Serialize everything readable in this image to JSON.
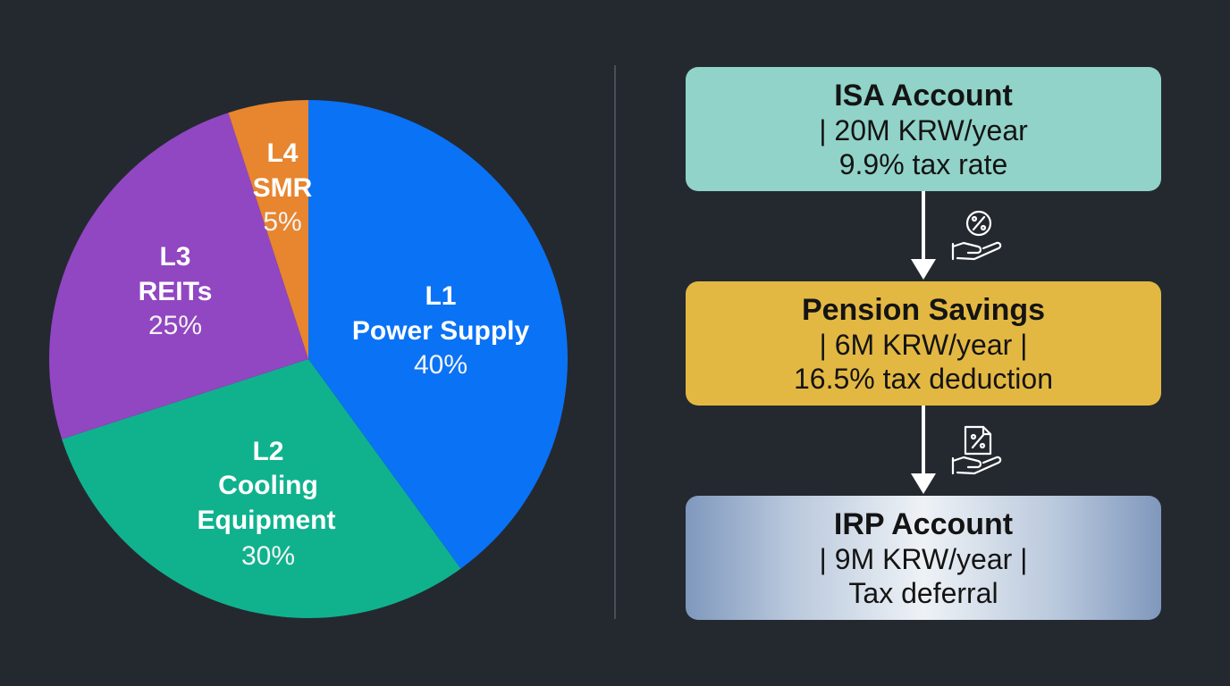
{
  "chart_data": {
    "type": "pie",
    "title": "",
    "slices": [
      {
        "code": "L1",
        "label": "Power Supply",
        "value": 40,
        "value_text": "40%",
        "color": "#0a72f5"
      },
      {
        "code": "L2",
        "label": "Cooling Equipment",
        "value": 30,
        "value_text": "30%",
        "color": "#10b28e"
      },
      {
        "code": "L3",
        "label": "REITs",
        "value": 25,
        "value_text": "25%",
        "color": "#9146c2"
      },
      {
        "code": "L4",
        "label": "SMR",
        "value": 5,
        "value_text": "5%",
        "color": "#e8852f"
      }
    ]
  },
  "flow": {
    "isa": {
      "title": "ISA Account",
      "line1": "| 20M KRW/year",
      "line2": "9.9% tax rate"
    },
    "pension": {
      "title": "Pension Savings",
      "line1": "| 6M KRW/year |",
      "line2": "16.5% tax deduction"
    },
    "irp": {
      "title": "IRP Account",
      "line1": "| 9M KRW/year |",
      "line2": "Tax deferral"
    },
    "icons": {
      "first": "percent-hand-icon",
      "second": "document-percent-hand-icon"
    }
  }
}
